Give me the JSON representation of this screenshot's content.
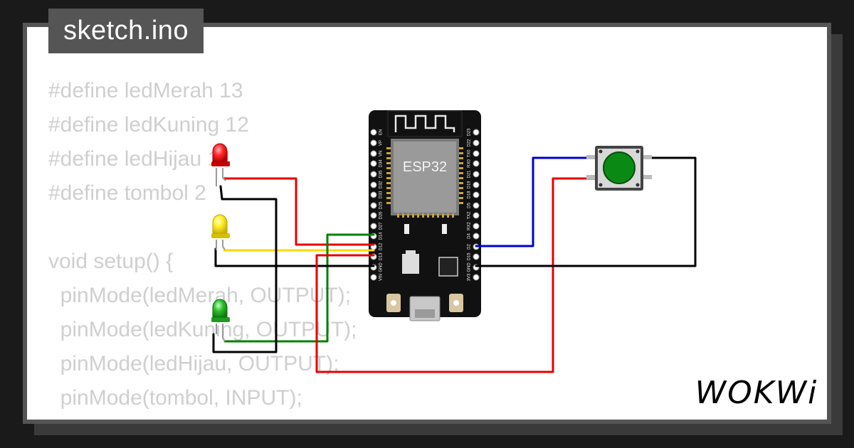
{
  "file_tab": {
    "title": "sketch.ino"
  },
  "code_lines": [
    "#define ledMerah 13",
    "#define ledKuning 12",
    "#define ledHijau 14",
    "#define tombol 2",
    "",
    "void setup() {",
    "  pinMode(ledMerah, OUTPUT);",
    "  pinMode(ledKuning, OUTPUT);",
    "  pinMode(ledHijau, OUTPUT);",
    "  pinMode(tombol, INPUT);",
    "}"
  ],
  "board": {
    "label": "ESP32",
    "left_pins": [
      "EN",
      "VP",
      "VN",
      "D34",
      "D35",
      "D32",
      "D33",
      "D25",
      "D26",
      "D27",
      "D14",
      "D12",
      "D13",
      "GND",
      "VIN"
    ],
    "right_pins": [
      "D23",
      "D22",
      "TX0",
      "RX0",
      "D21",
      "D19",
      "D18",
      "D5",
      "TX2",
      "RX2",
      "D4",
      "D2",
      "D15",
      "GND",
      "3V3"
    ]
  },
  "brand": {
    "logo_text": "WOKWi"
  },
  "colors": {
    "background": "#1a1a1a",
    "frame": "#555555",
    "code_text": "#cfcfcf",
    "wire_red": "#e60000",
    "wire_black": "#000000",
    "wire_yellow": "#ffd700",
    "wire_green": "#008000",
    "wire_blue": "#0000cc",
    "led_red": "#ff2a2a",
    "led_yellow": "#ffee22",
    "led_green": "#2fbf2f",
    "button_cap": "#0a8a14"
  },
  "icons": [
    "led-red-icon",
    "led-yellow-icon",
    "led-green-icon",
    "pushbutton-icon",
    "esp32-board-icon",
    "wokwi-logo"
  ]
}
